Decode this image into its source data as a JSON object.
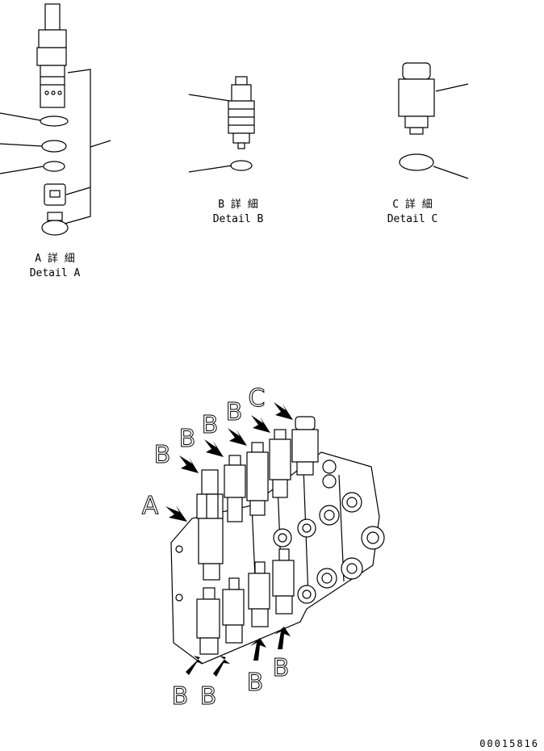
{
  "detail_a": {
    "jp": "A 詳 細",
    "en": "Detail A"
  },
  "detail_b": {
    "jp": "B 詳 細",
    "en": "Detail B"
  },
  "detail_c": {
    "jp": "C 詳 細",
    "en": "Detail C"
  },
  "callouts": {
    "a": "A",
    "b1": "B",
    "b2": "B",
    "b3": "B",
    "b4": "B",
    "c": "C",
    "b5": "B",
    "b6": "B",
    "b7": "B",
    "b8": "B"
  },
  "drawing_number": "00015816"
}
